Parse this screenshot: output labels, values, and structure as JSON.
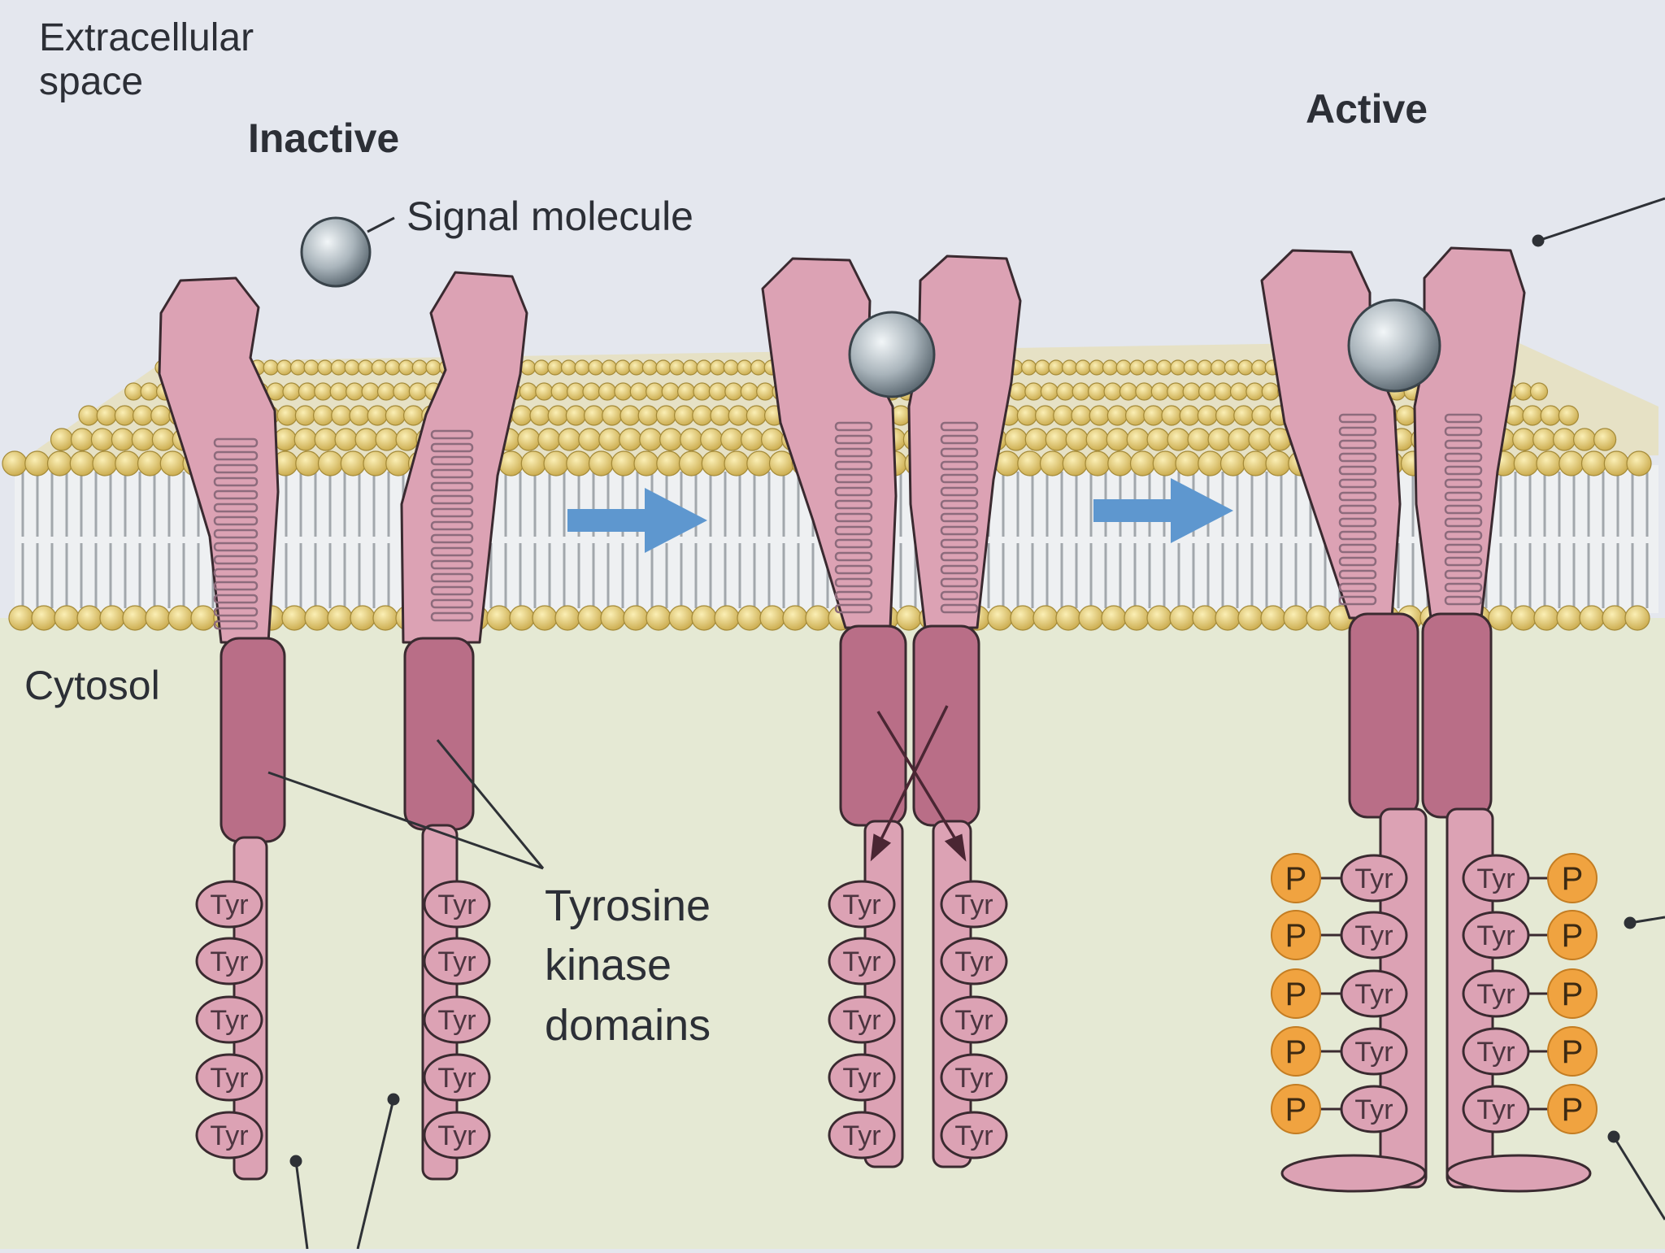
{
  "labels": {
    "extracellular_line1": "Extracellular",
    "extracellular_line2": "space",
    "inactive": "Inactive",
    "active": "Active",
    "signal_molecule": "Signal molecule",
    "cytosol": "Cytosol",
    "tk_line1": "Tyrosine",
    "tk_line2": "kinase",
    "tk_line3": "domains"
  },
  "residue_label": "Tyr",
  "phosphate_label": "P",
  "colors": {
    "extracellular": "#e4e7ee",
    "cytosol": "#e5e9d4",
    "receptor_light": "#dca2b4",
    "receptor_dark": "#b96e87",
    "receptor_outline": "#3a2a30",
    "lipid_head": "#e3c86c",
    "phosphate": "#f0a340",
    "arrow": "#5e97cf",
    "signal_molecule": "#9aa5ad"
  }
}
